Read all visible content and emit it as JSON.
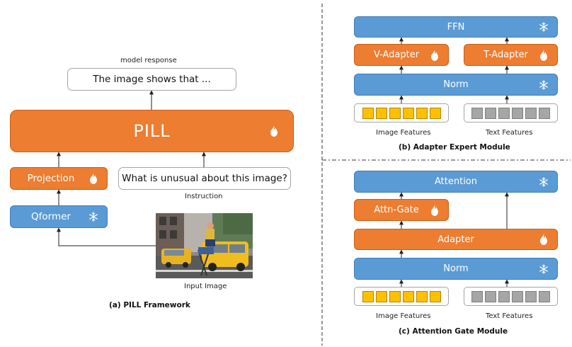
{
  "left_panel": {
    "model_response_label": "model response",
    "response_text": "The image shows that ...",
    "pill_label": "PILL",
    "projection_label": "Projection",
    "qformer_label": "Qformer",
    "question_text": "What is unusual about this image?",
    "instruction_label": "Instruction",
    "input_image_label": "Input Image",
    "caption": "(a)  PILL  Framework"
  },
  "adapter_expert": {
    "ffn_label": "FFN",
    "v_adapter_label": "V-Adapter",
    "t_adapter_label": "T-Adapter",
    "norm_label": "Norm",
    "image_features_label": "Image Features",
    "text_features_label": "Text Features",
    "caption": "(b)  Adapter  Expert  Module"
  },
  "attention_gate": {
    "attention_label": "Attention",
    "attn_gate_label": "Attn-Gate",
    "adapter_label": "Adapter",
    "norm_label": "Norm",
    "image_features_label": "Image Features",
    "text_features_label": "Text Features",
    "caption": "(c)  Attention  Gate  Module"
  },
  "colors": {
    "trainable": "#ed7d31",
    "frozen": "#5b9bd5",
    "image_token": "#ffc000",
    "text_token": "#a6a6a6"
  },
  "icons": {
    "trainable": "flame-icon",
    "frozen": "snowflake-icon"
  }
}
